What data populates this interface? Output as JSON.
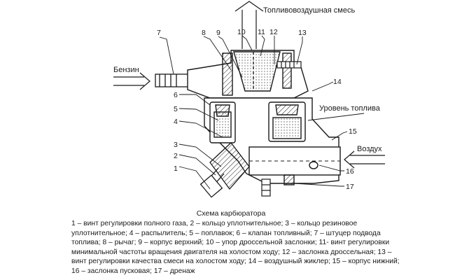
{
  "labels": {
    "mixture": "Топливовоздушная смесь",
    "fuel": "Бензин",
    "fuel_level": "Уровень топлива",
    "air": "Воздух"
  },
  "callouts": [
    "1",
    "2",
    "3",
    "4",
    "5",
    "6",
    "7",
    "8",
    "9",
    "10",
    "11",
    "12",
    "13",
    "14",
    "15",
    "16",
    "17"
  ],
  "caption": {
    "title": "Схема карбюратора",
    "text": "1 – винт регулировки полного газа, 2 – кольцо уплотнительное; 3 – кольцо резиновое уплотнительное; 4 – распылитель; 5 – поплавок; 6 – клапан топливный; 7 – штуцер подвода топлива; 8 – рычаг; 9 – корпус верхний; 10 – упор дроссельной заслонки; 11- винт регулировки минимальной частоты вращения двигателя на холостом ходу; 12 – заслонка дроссельная; 13 – винт регулировки качества смеси на холостом ходу; 14 – воздушный жиклер; 15 – корпус нижний; 16 – заслонка пусковая; 17 – дренаж"
  },
  "colors": {
    "ink": "#1a1a1a",
    "background": "#ffffff"
  }
}
